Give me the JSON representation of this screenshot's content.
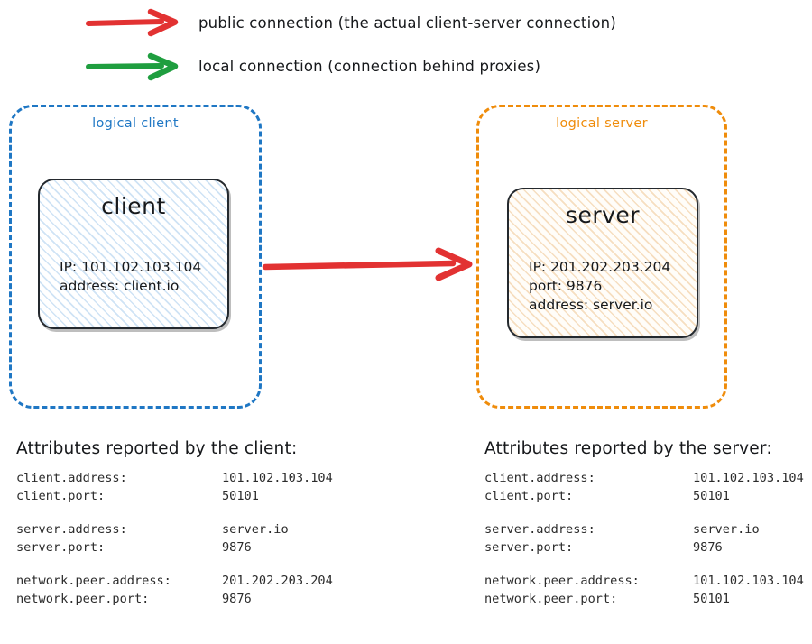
{
  "legend": [
    {
      "key": "public",
      "color": "#e23232",
      "arrow_icon": "red-arrow-icon",
      "label": "public connection (the actual client-server connection)"
    },
    {
      "key": "local",
      "color": "#1f9e3f",
      "arrow_icon": "green-arrow-icon",
      "label": "local connection (connection behind proxies)"
    }
  ],
  "diagram": {
    "connection_arrow": {
      "type": "public",
      "color": "#e23232",
      "from": "logical client",
      "to": "logical server"
    },
    "client_group": {
      "label": "logical client",
      "border_color": "#1f77c4",
      "node": {
        "title": "client",
        "details": "IP: 101.102.103.104\naddress: client.io",
        "fill_color": "#cfe3f5"
      }
    },
    "server_group": {
      "label": "logical server",
      "border_color": "#ef8c0b",
      "node": {
        "title": "server",
        "details": "IP: 201.202.203.204\nport: 9876\naddress: server.io",
        "fill_color": "#f6dec0"
      }
    }
  },
  "attributes": {
    "client_panel": {
      "heading": "Attributes reported by the client:",
      "groups": [
        [
          {
            "key": "client.address:",
            "value": "101.102.103.104"
          },
          {
            "key": "client.port:",
            "value": "50101"
          }
        ],
        [
          {
            "key": "server.address:",
            "value": "server.io"
          },
          {
            "key": "server.port:",
            "value": "9876"
          }
        ],
        [
          {
            "key": "network.peer.address:",
            "value": "201.202.203.204"
          },
          {
            "key": "network.peer.port:",
            "value": "9876"
          }
        ]
      ]
    },
    "server_panel": {
      "heading": "Attributes reported by the server:",
      "groups": [
        [
          {
            "key": "client.address:",
            "value": "101.102.103.104"
          },
          {
            "key": "client.port:",
            "value": "50101"
          }
        ],
        [
          {
            "key": "server.address:",
            "value": "server.io"
          },
          {
            "key": "server.port:",
            "value": "9876"
          }
        ],
        [
          {
            "key": "network.peer.address:",
            "value": "101.102.103.104"
          },
          {
            "key": "network.peer.port:",
            "value": "50101"
          }
        ]
      ]
    }
  }
}
